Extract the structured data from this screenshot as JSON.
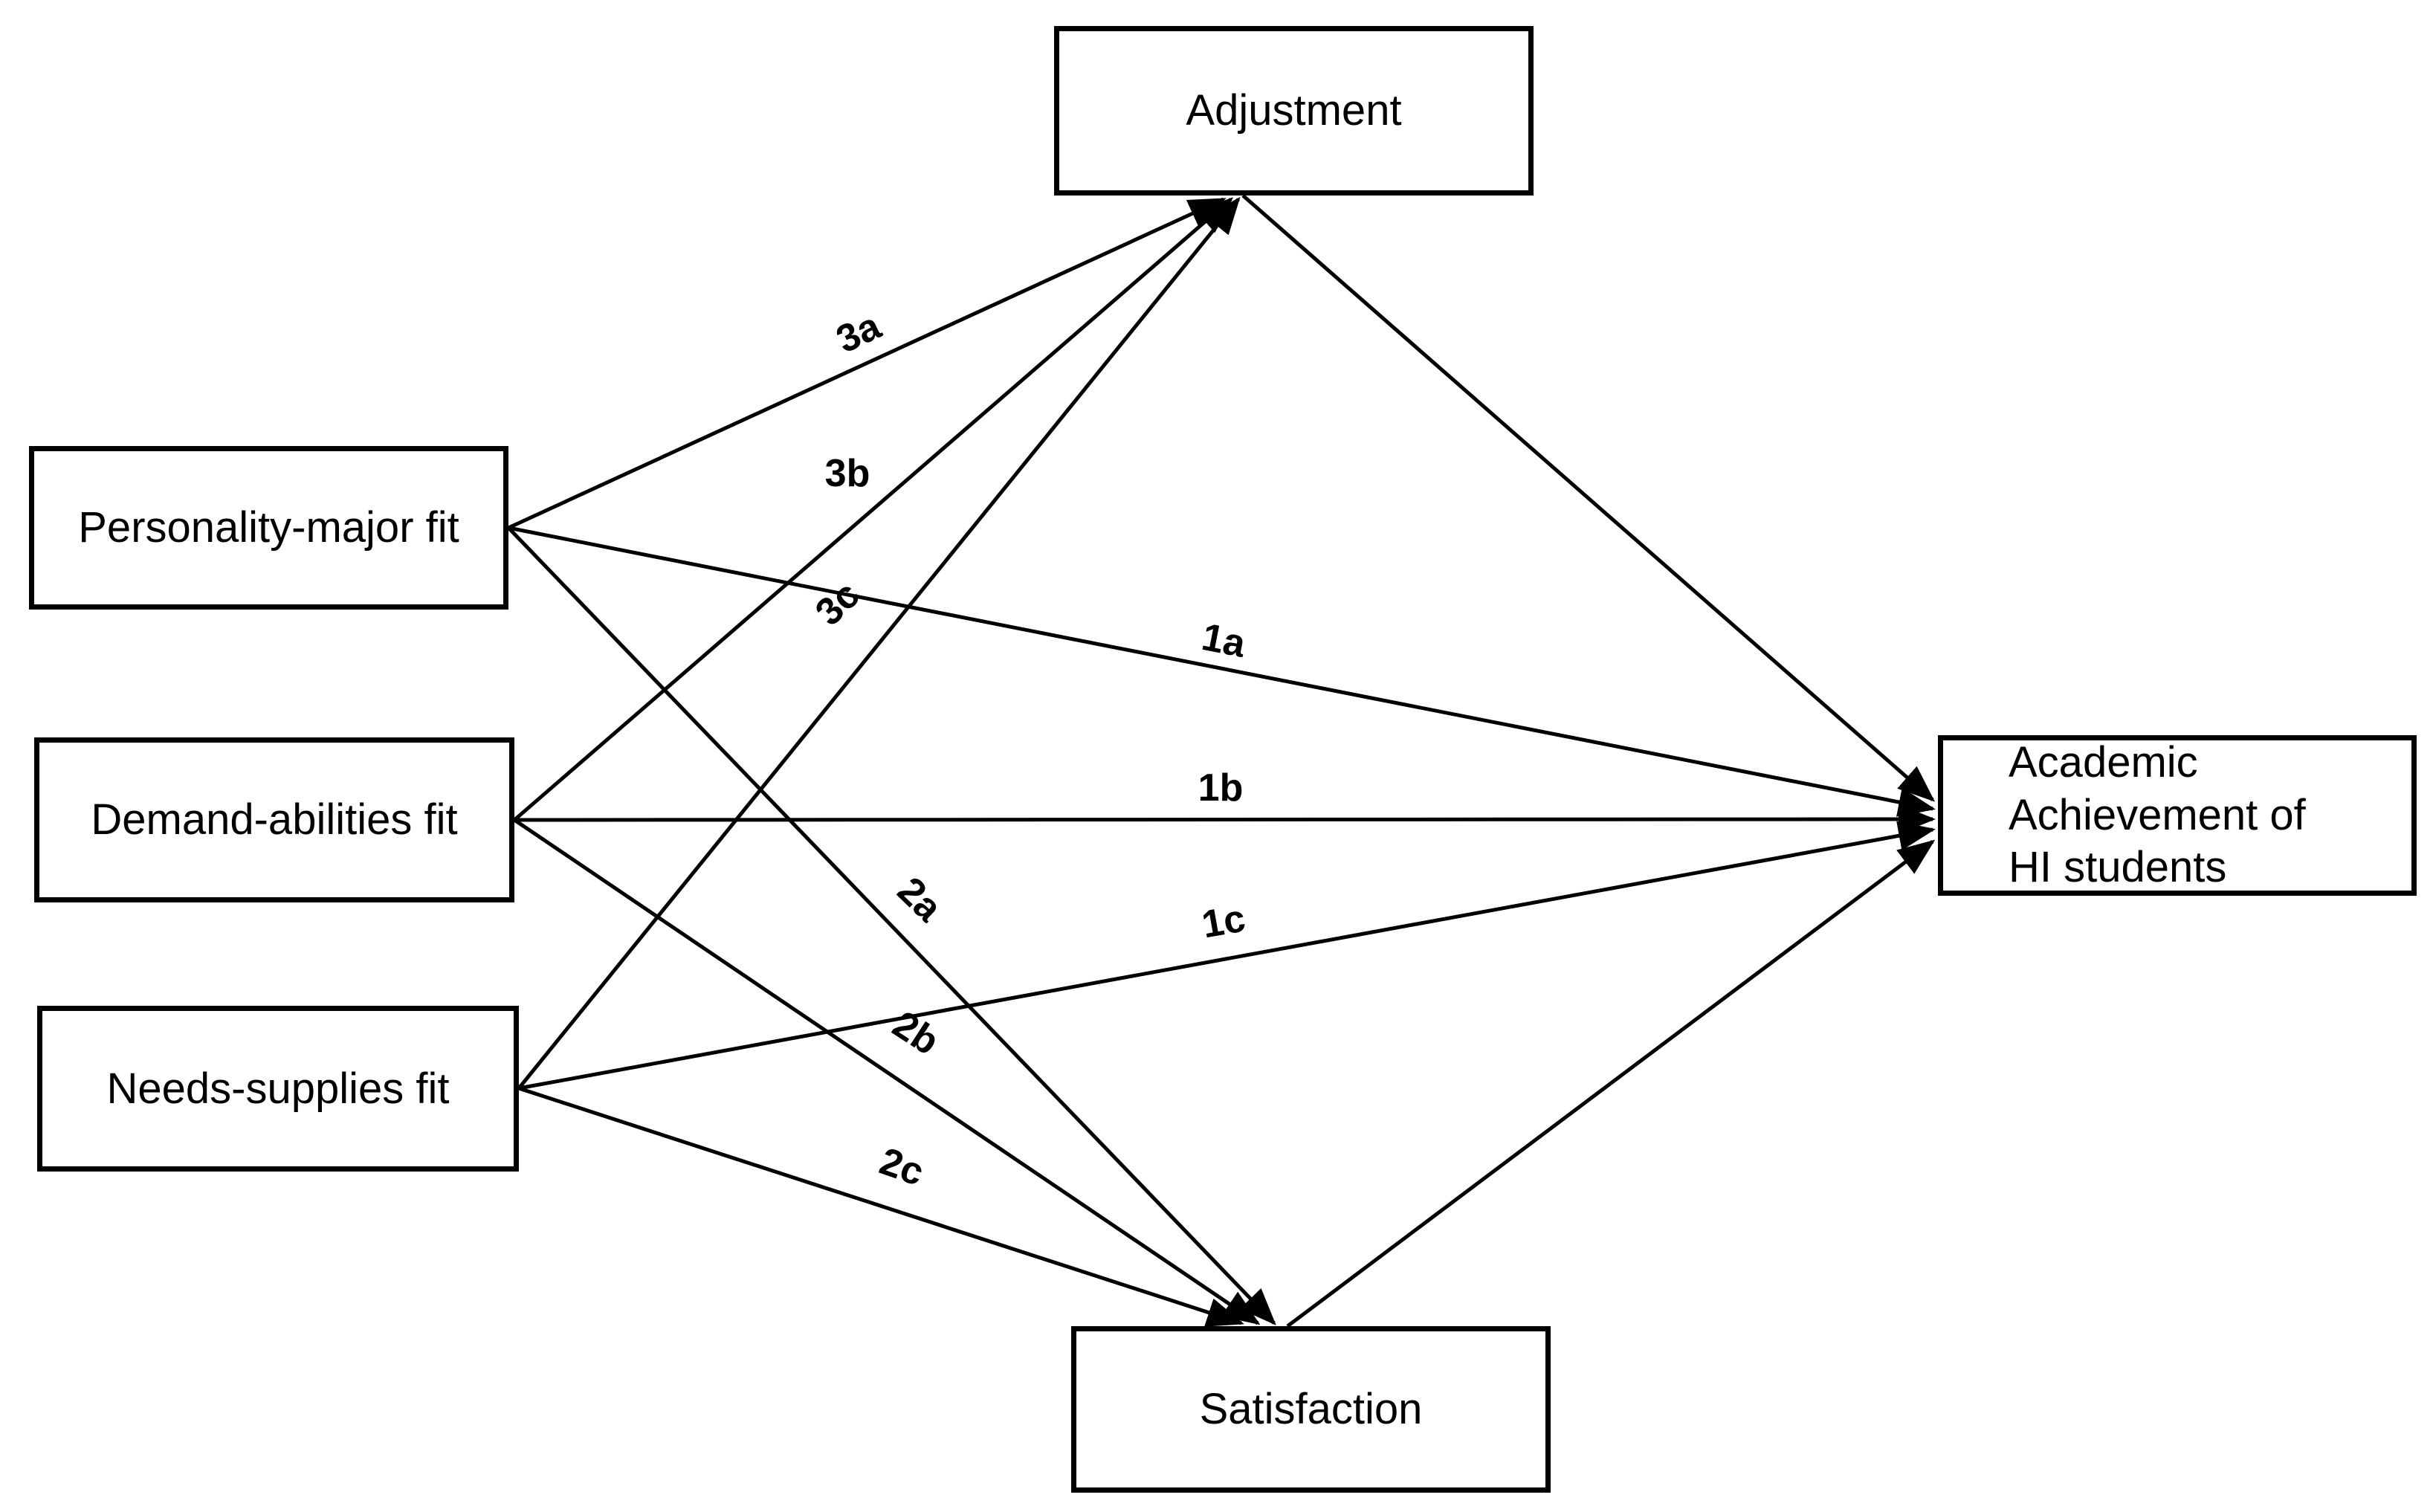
{
  "figure": {
    "background": "#ffffff",
    "line_color": "#000000",
    "box_border_color": "#000000",
    "nodes": {
      "adjustment": {
        "label": "Adjustment"
      },
      "personality_major_fit": {
        "label": "Personality-major fit"
      },
      "demand_abilities_fit": {
        "label": "Demand-abilities fit"
      },
      "needs_supplies_fit": {
        "label": "Needs-supplies fit"
      },
      "academic_achievement": {
        "label": "Academic\n Achievement of\nHI students"
      },
      "satisfaction": {
        "label": "Satisfaction"
      }
    },
    "path_labels": {
      "p1a": {
        "label": "1a"
      },
      "p1b": {
        "label": "1b"
      },
      "p1c": {
        "label": "1c"
      },
      "p2a": {
        "label": "2a"
      },
      "p2b": {
        "label": "2b"
      },
      "p2c": {
        "label": "2c"
      },
      "p3a": {
        "label": "3a"
      },
      "p3b": {
        "label": "3b"
      },
      "p3c": {
        "label": "3c"
      }
    },
    "edges": [
      {
        "from": "Personality-major fit",
        "to": "Adjustment",
        "label": "3a"
      },
      {
        "from": "Demand-abilities fit",
        "to": "Adjustment",
        "label": "3b"
      },
      {
        "from": "Needs-supplies fit",
        "to": "Adjustment",
        "label": "3c"
      },
      {
        "from": "Personality-major fit",
        "to": "Academic Achievement of HI students",
        "label": "1a"
      },
      {
        "from": "Demand-abilities fit",
        "to": "Academic Achievement of HI students",
        "label": "1b"
      },
      {
        "from": "Needs-supplies fit",
        "to": "Academic Achievement of HI students",
        "label": "1c"
      },
      {
        "from": "Personality-major fit",
        "to": "Satisfaction",
        "label": "2a"
      },
      {
        "from": "Demand-abilities fit",
        "to": "Satisfaction",
        "label": "2b"
      },
      {
        "from": "Needs-supplies fit",
        "to": "Satisfaction",
        "label": "2c"
      },
      {
        "from": "Adjustment",
        "to": "Academic Achievement of HI students",
        "label": ""
      },
      {
        "from": "Satisfaction",
        "to": "Academic Achievement of HI students",
        "label": ""
      }
    ]
  }
}
